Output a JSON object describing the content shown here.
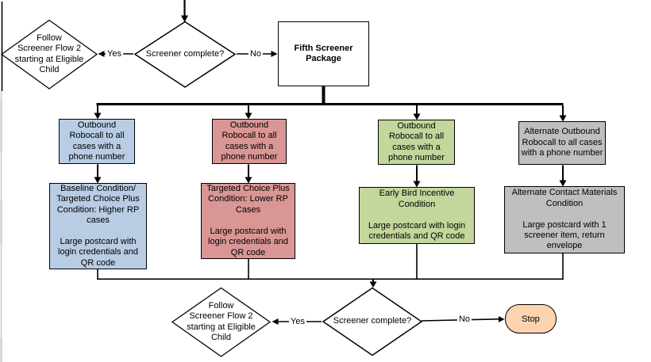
{
  "colors": {
    "node_blue": "#b8cce4",
    "node_red": "#d99694",
    "node_green": "#c3d69b",
    "node_gray": "#bfbfbf",
    "stop_fill": "#fbd3ae",
    "line": "#000000"
  },
  "top": {
    "left_diamond": "Follow\nScreener Flow 2\nstarting at Eligible\nChild",
    "decision": "Screener complete?",
    "yes": "Yes",
    "no": "No",
    "package": "Fifth Screener\nPackage"
  },
  "branches": [
    {
      "name": "baseline",
      "color": "#b8cce4",
      "robocall": "Outbound\nRobocall to all\ncases with a\nphone number",
      "condition": "Baseline Condition/\nTargeted Choice Plus\nCondition: Higher RP\ncases\n\nLarge postcard with\nlogin credentials and\nQR code"
    },
    {
      "name": "targeted-choice-plus",
      "color": "#d99694",
      "robocall": "Outbound\nRobocall to all\ncases with a\nphone number",
      "condition": "Targeted Choice Plus\nCondition: Lower RP\nCases\n\nLarge postcard with\nlogin credentials and\nQR code"
    },
    {
      "name": "early-bird",
      "color": "#c3d69b",
      "robocall": "Outbound\nRobocall to all\ncases with a\nphone number",
      "condition": "Early Bird Incentive\nCondition\n\nLarge postcard with login\ncredentials and QR code"
    },
    {
      "name": "alternate-contact-materials",
      "color": "#bfbfbf",
      "robocall": "Alternate Outbound\nRobocall to all cases\nwith a phone number",
      "condition": "Alternate Contact Materials\nCondition\n\nLarge postcard with 1\nscreener item, return\nenvelope"
    }
  ],
  "bottom": {
    "decision": "Screener complete?",
    "left_diamond": "Follow\nScreener Flow 2\nstarting at Eligible\nChild",
    "yes": "Yes",
    "no": "No",
    "stop": "Stop"
  }
}
